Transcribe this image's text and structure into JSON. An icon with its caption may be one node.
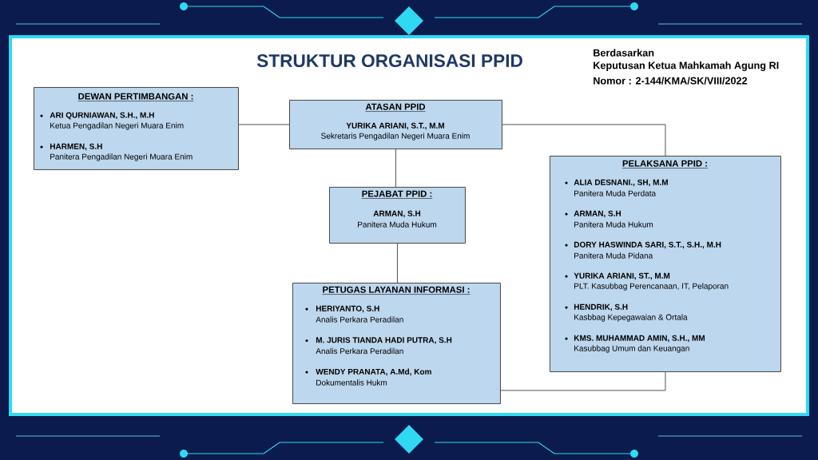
{
  "diagram": {
    "title": "STRUKTUR ORGANISASI PPID",
    "nodes": [
      {
        "text": [
          "DEWAN PERTIMBANGAN :",
          "ARI QURNIAWAN, S.H., M.H",
          "Ketua Pengadilan Negeri Muara Enim",
          "HARMEN, S.H",
          "Panitera Pengadilan Negeri Muara Enim"
        ]
      },
      {
        "text": [
          "ATASAN PPID",
          "YURIKA ARIANI, S.T., M.M",
          "Sekretaris Pengadilan Negeri Muara Enim"
        ]
      },
      {
        "text": [
          "PEJABAT PPID :",
          "ARMAN, S.H",
          "Panitera Muda Hukum"
        ]
      },
      {
        "text": [
          "PETUGAS LAYANAN INFORMASI :",
          "HERIYANTO, S.H",
          "Analis Perkara Peradilan",
          "M. JURIS TIANDA HADI PUTRA, S.H",
          "Analis Perkara Peradilan",
          "WENDY PRANATA, A.Md, Kom",
          "Dokumentalis Hukm"
        ]
      },
      {
        "text": [
          "PELAKSANA PPID :",
          "ALIA DESNANI., SH, M.M",
          "Panitera Muda Perdata",
          "ARMAN, S.H",
          "Panitera Muda Hukum",
          "DORY HASWINDA SARI, S.T., S.H., M.H",
          "Panitera Muda Pidana",
          "YURIKA ARIANI, ST., M.M",
          "PLT. Kasubbag Perencanaan, IT, Pelaporan",
          "HENDRIK, S.H",
          "Kasbbag Kepegawaian & Ortala",
          "KMS. MUHAMMAD AMIN, S.H., MM",
          "Kasubbag Umum dan Keuangan"
        ]
      }
    ],
    "edges": [
      {
        "from": 0,
        "to": 1,
        "arrow": "none"
      },
      {
        "from": 1,
        "to": 4,
        "arrow": "none"
      },
      {
        "from": 1,
        "to": 2,
        "arrow": "none"
      },
      {
        "from": 2,
        "to": 3,
        "arrow": "none"
      },
      {
        "from": 3,
        "to": 4,
        "arrow": "none"
      }
    ],
    "labels": [
      "Berdasarkan",
      "Keputusan Ketua Mahkamah Agung RI",
      "Nomor : 2-144/KMA/SK/VIII/2022"
    ]
  }
}
